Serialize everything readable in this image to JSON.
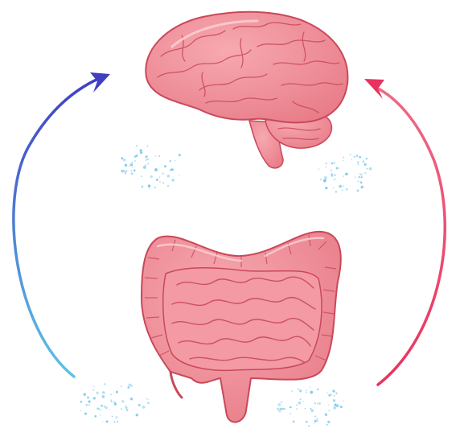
{
  "diagram": {
    "nodes": [
      {
        "id": "brain",
        "icon": "brain-icon",
        "color": "#ef8a93"
      },
      {
        "id": "intestines",
        "icon": "intestines-icon",
        "color": "#ef8a93"
      }
    ],
    "arrows": [
      {
        "from": "intestines",
        "to": "brain",
        "side": "left",
        "gradient": [
          "#5fc3e4",
          "#3f3fc4"
        ]
      },
      {
        "from": "intestines",
        "to": "brain",
        "side": "right",
        "gradient": [
          "#e8325f",
          "#f06a86"
        ]
      }
    ],
    "particle_color": "#74c5ea",
    "organ_outline": "#c9485a",
    "organ_highlight": "#fbd2d6"
  }
}
